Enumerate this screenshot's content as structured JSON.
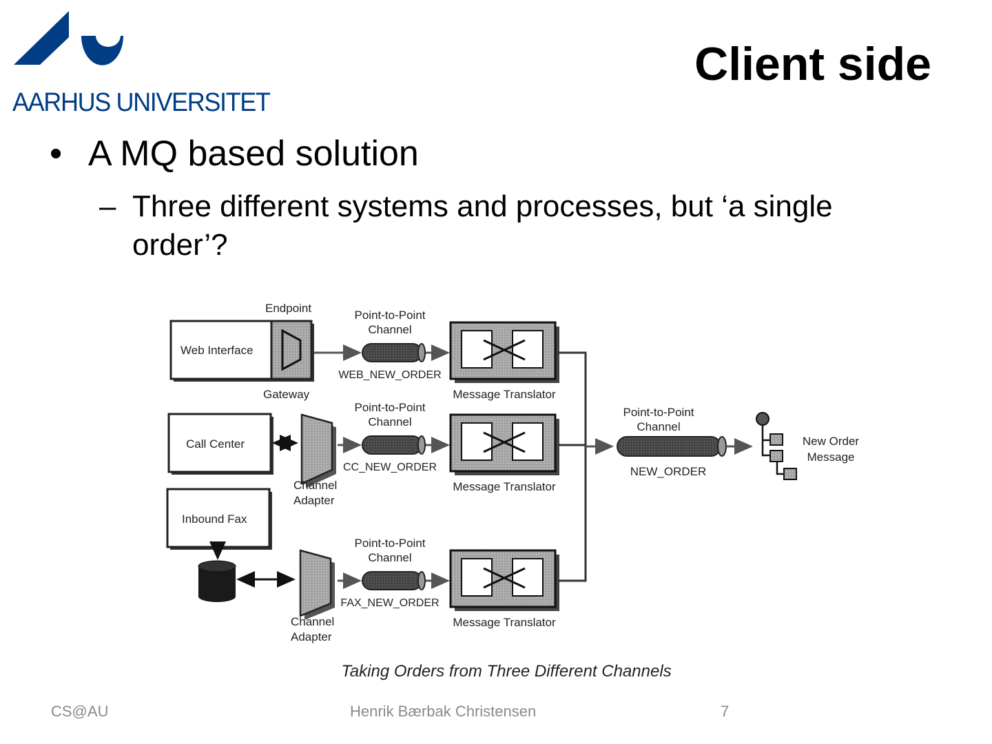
{
  "header": {
    "logo_text": "AARHUS UNIVERSITET",
    "title": "Client side"
  },
  "colors": {
    "brand": "#003d85"
  },
  "bullets": {
    "level1": {
      "marker": "•",
      "text": "A MQ based solution"
    },
    "level2": {
      "marker": "–",
      "text": "Three different systems and processes, but ‘a single order’?"
    }
  },
  "diagram": {
    "sources": [
      {
        "label": "Web Interface"
      },
      {
        "label": "Call Center"
      },
      {
        "label": "Inbound Fax"
      }
    ],
    "endpoint_label": "Endpoint",
    "gateway_label": "Gateway",
    "channel_adapter_label_1": "Channel",
    "channel_adapter_label_2": "Adapter",
    "ptp_label_1": "Point-to-Point",
    "ptp_label_2": "Channel",
    "channels": [
      "WEB_NEW_ORDER",
      "CC_NEW_ORDER",
      "FAX_NEW_ORDER"
    ],
    "translator_label": "Message Translator",
    "output_channel": "NEW_ORDER",
    "message_label_1": "New Order",
    "message_label_2": "Message",
    "caption": "Taking Orders from Three Different Channels"
  },
  "footer": {
    "left": "CS@AU",
    "center": "Henrik Bærbak Christensen",
    "page": "7"
  }
}
